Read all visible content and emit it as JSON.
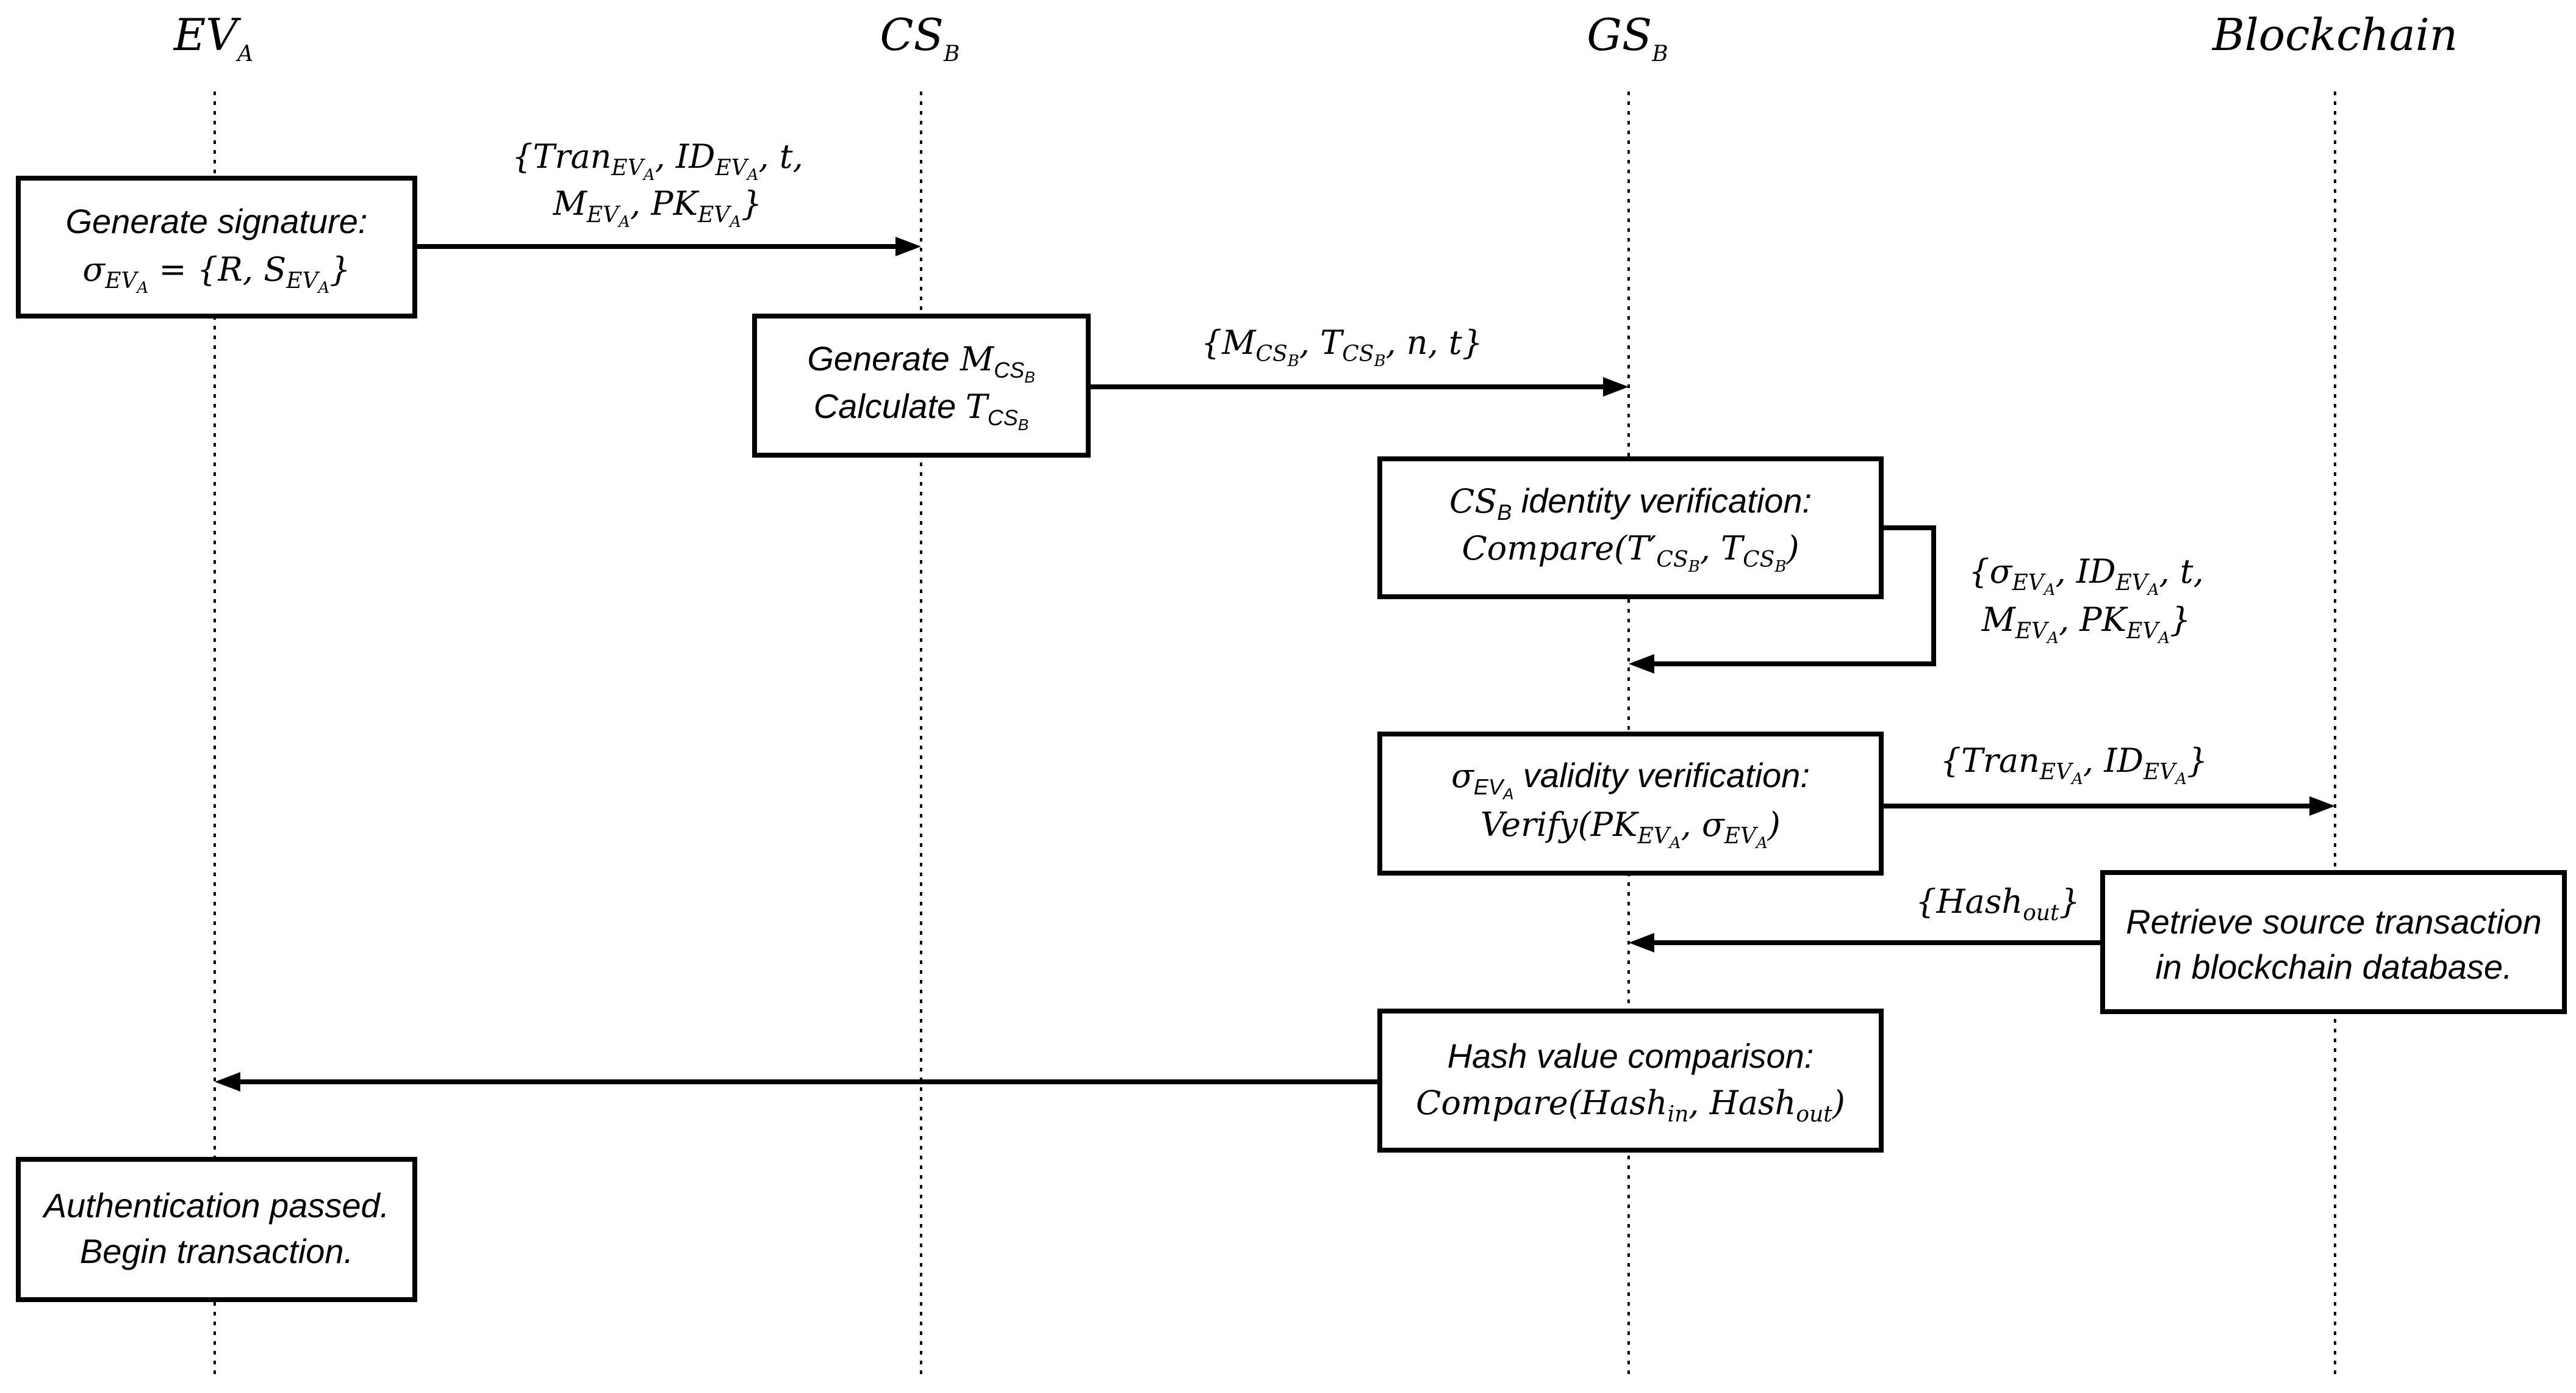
{
  "lanes": [
    {
      "id": "ev_a",
      "base": "EV",
      "sub": "A"
    },
    {
      "id": "cs_b",
      "base": "CS",
      "sub": "B"
    },
    {
      "id": "gs_b",
      "base": "GS",
      "sub": "B"
    },
    {
      "id": "blockchain",
      "base": "Blockchain",
      "sub": ""
    }
  ],
  "boxes": {
    "generate_signature": {
      "title": "Generate signature:",
      "formula": "σEVA = {R, SEVA}"
    },
    "generate_m": {
      "line1": "Generate MCSB",
      "line2": "Calculate TCSB"
    },
    "cs_identity": {
      "title": "CSB identity verification:",
      "formula": "Compare(T′CSB, TCSB)"
    },
    "sigma_validity": {
      "title": "σEVA validity verification:",
      "formula": "Verify(PKEVA, σEVA)"
    },
    "retrieve_source": {
      "line1": "Retrieve source transaction",
      "line2": "in blockchain database."
    },
    "hash_comparison": {
      "title": "Hash value comparison:",
      "formula": "Compare(Hashin, Hashout)"
    },
    "auth_passed": {
      "line1": "Authentication passed.",
      "line2": "Begin transaction."
    }
  },
  "messages": {
    "m1": {
      "line1": "{TranEVA, IDEVA, t,",
      "line2": "MEVA, PKEVA}"
    },
    "m2": {
      "line1": "{MCSB, TCSB, n, t}"
    },
    "m3": {
      "line1": "{σEVA, IDEVA, t,",
      "line2": "MEVA, PKEVA}"
    },
    "m4": {
      "line1": "{TranEVA, IDEVA}"
    },
    "m5": {
      "line1": "{Hashout}"
    }
  },
  "text": {
    "generate_signature_title": "Generate signature:",
    "generate": "Generate",
    "calculate": "Calculate",
    "identity_verification": "identity verification:",
    "validity_verification": "validity verification:",
    "retrieve_line1": "Retrieve source transaction",
    "retrieve_line2": "in blockchain database.",
    "hash_title": "Hash value comparison:",
    "auth_line1": "Authentication passed.",
    "auth_line2": "Begin transaction.",
    "compare": "Compare",
    "verify": "Verify",
    "sigma": "σ",
    "EV": "EV",
    "A": "A",
    "CS": "CS",
    "B": "B",
    "GS": "GS",
    "M": "M",
    "T": "T",
    "T_prime": "T′",
    "R": "R",
    "S": "S",
    "t": "t",
    "n": "n",
    "PK": "PK",
    "ID": "ID",
    "Tran": "Tran",
    "Hash": "Hash",
    "in": "in",
    "out": "out",
    "Blockchain": "Blockchain"
  }
}
